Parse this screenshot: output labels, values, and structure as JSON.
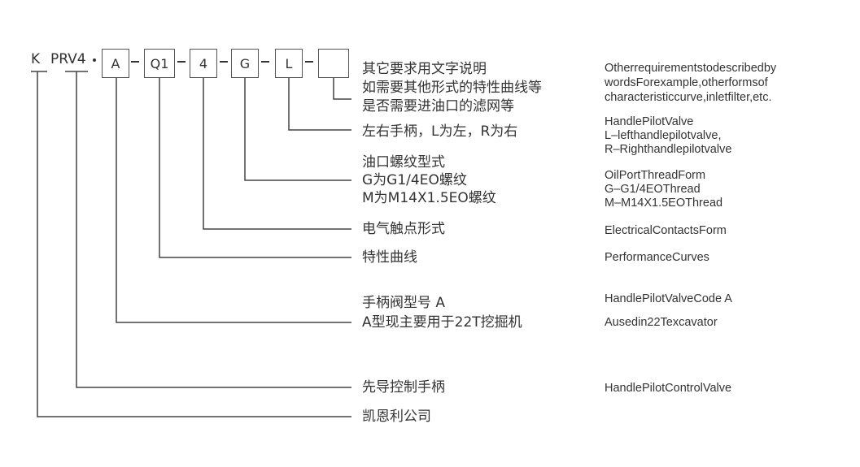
{
  "code": {
    "k": "K",
    "series": "PRV4",
    "type": "A",
    "curve": "Q1",
    "contacts": "4",
    "thread": "G",
    "handle": "L",
    "other": ""
  },
  "items": {
    "other": {
      "cn": [
        "其它要求用文字说明",
        "如需要其他形式的特性曲线等",
        "是否需要进油口的滤网等"
      ],
      "en": [
        "Otherrequirementstodescribedby",
        "wordsForexample,otherformsof",
        "characteristiccurve,inletfilter,etc."
      ]
    },
    "handle": {
      "cn": [
        "左右手柄，L为左，R为右"
      ],
      "en": [
        "HandlePilotValve",
        "L–lefthandlepilotvalve,",
        "R–Righthandlepilotvalve"
      ]
    },
    "thread": {
      "cn": [
        "油口螺纹型式",
        "G为G1/4EO螺纹",
        "M为M14X1.5EO螺纹"
      ],
      "en": [
        "OilPortThreadForm",
        "G–G1/4EOThread",
        "M–M14X1.5EOThread"
      ]
    },
    "contacts": {
      "cn": [
        "电气触点形式"
      ],
      "en": [
        "ElectricalContactsForm"
      ]
    },
    "curve": {
      "cn": [
        "特性曲线"
      ],
      "en": [
        "PerformanceCurves"
      ]
    },
    "type": {
      "cn": [
        "手柄阀型号 A",
        "A型现主要用于22T挖掘机"
      ],
      "en": [
        "HandlePilotValveCode A",
        "Ausedin22Texcavator"
      ]
    },
    "series": {
      "cn": [
        "先导控制手柄"
      ],
      "en": [
        "HandlePilotControlValve"
      ]
    },
    "k": {
      "cn": [
        "凯恩利公司"
      ],
      "en": []
    }
  }
}
